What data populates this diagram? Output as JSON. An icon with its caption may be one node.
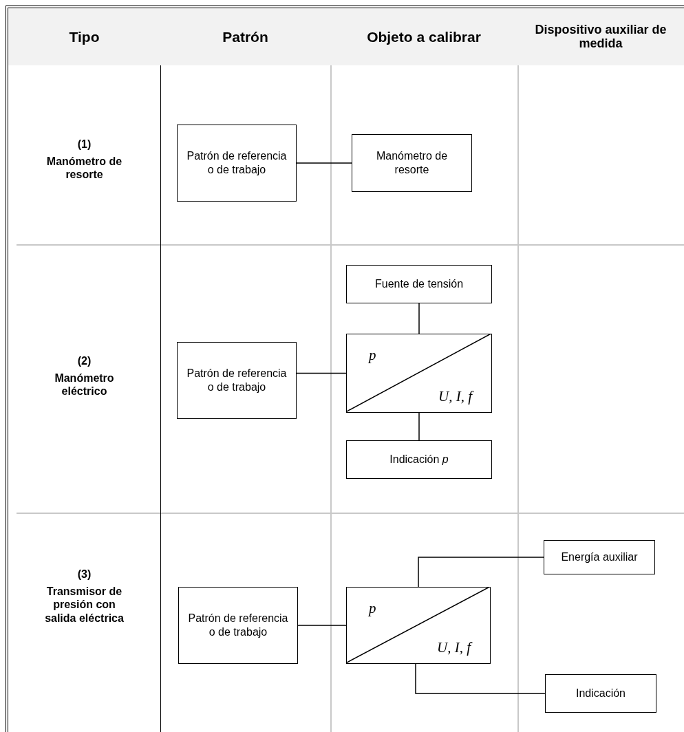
{
  "diagram": {
    "nodes": [
      {
        "text": [
          "Patrón de referencia o de trabajo"
        ]
      },
      {
        "text": [
          "Manómetro de resorte"
        ]
      },
      {
        "text": [
          "Patrón de referencia o de trabajo"
        ]
      },
      {
        "text": [
          "Fuente de tensión"
        ]
      },
      {
        "text": [
          "p",
          "U, I, f"
        ]
      },
      {
        "text": [
          "Indicación *p*"
        ]
      },
      {
        "text": [
          "Patrón de referencia o de trabajo"
        ]
      },
      {
        "text": [
          "Energía auxiliar"
        ]
      },
      {
        "text": [
          "p",
          "U, I, f"
        ]
      },
      {
        "text": [
          "Indicación"
        ]
      }
    ],
    "edges": [
      {
        "from": 0,
        "to": 1,
        "arrow": "none"
      },
      {
        "from": 2,
        "to": 4,
        "arrow": "none"
      },
      {
        "from": 3,
        "to": 4,
        "arrow": "none"
      },
      {
        "from": 4,
        "to": 5,
        "arrow": "none"
      },
      {
        "from": 6,
        "to": 8,
        "arrow": "none"
      },
      {
        "from": 8,
        "to": 7,
        "arrow": "none"
      },
      {
        "from": 8,
        "to": 9,
        "arrow": "none"
      }
    ],
    "labels": [
      "Tipo",
      "Patrón",
      "Objeto a calibrar",
      "Dispositivo auxiliar de medida",
      "(1)",
      "Manómetro de resorte",
      "(2)",
      "Manómetro eléctrico",
      "(3)",
      "Transmisor de presión con salida eléctrica"
    ]
  }
}
